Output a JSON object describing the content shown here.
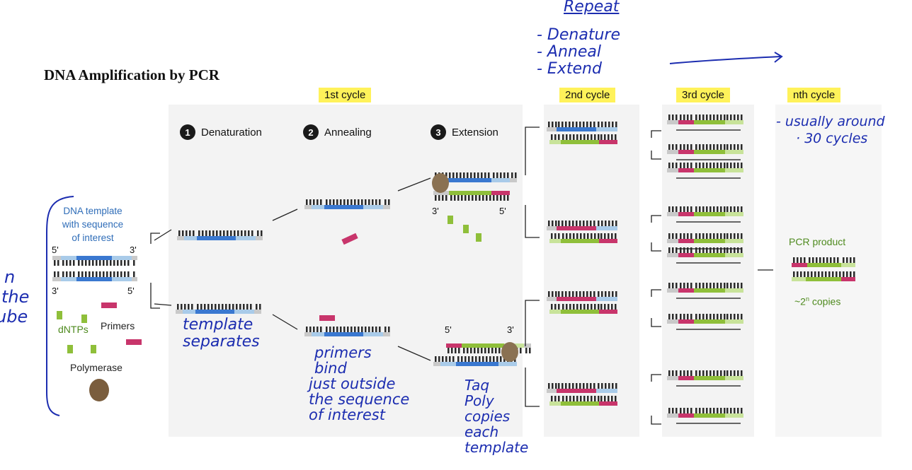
{
  "title": "DNA Amplification by PCR",
  "cycles": {
    "first": "1st cycle",
    "second": "2nd cycle",
    "third": "3rd cycle",
    "nth": "nth cycle"
  },
  "steps": [
    {
      "num": "1",
      "label": "Denaturation"
    },
    {
      "num": "2",
      "label": "Annealing"
    },
    {
      "num": "3",
      "label": "Extension"
    }
  ],
  "template": {
    "line1": "DNA template",
    "line2": "with sequence",
    "line3": "of interest"
  },
  "ends": {
    "five": "5'",
    "three": "3'"
  },
  "reagents": {
    "dntps": "dNTPs",
    "primers": "Primers",
    "polymerase": "Polymerase"
  },
  "product": {
    "label": "PCR product",
    "copies": "~2",
    "sup": "n",
    "copies_suffix": " copies"
  },
  "notes": {
    "repeat": "Repeat",
    "repeat_items": [
      "- Denature",
      "- Anneal",
      "- Extend"
    ],
    "usually": [
      "- usually around",
      "· 30 cycles"
    ],
    "template_separates": [
      "template",
      "separates"
    ],
    "primers_bind": [
      "primers",
      "bind",
      "just outside",
      "the sequence",
      "of interest"
    ],
    "taq": [
      "Taq",
      "Poly",
      "copies",
      "each",
      "template"
    ],
    "left": [
      "n",
      "the",
      "ube"
    ]
  },
  "colors": {
    "blue": "#3a78d0",
    "lightblue": "#a9cbe9",
    "green": "#8fbf3a",
    "lightgreen": "#c8e39a",
    "magenta": "#c8356b",
    "gray": "#c9c9c9",
    "dark": "#2a2a2a",
    "highlight": "#fff25a",
    "ink": "#1c2db0"
  }
}
